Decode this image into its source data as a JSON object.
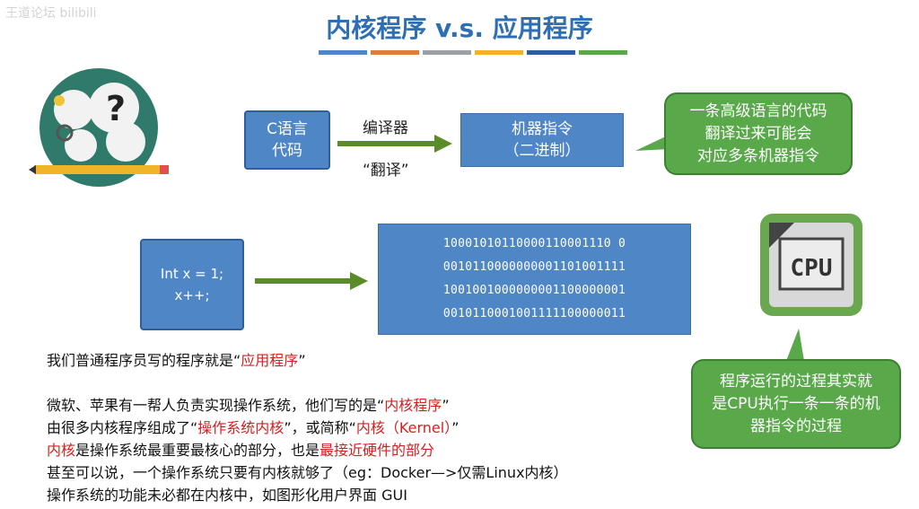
{
  "watermark": "王道论坛 bilibili",
  "title": "内核程序 v.s. 应用程序",
  "colors": {
    "title": "#2e6fb3",
    "bars": [
      "#4f86c6",
      "#e07b39",
      "#9aa0a6",
      "#f0b429",
      "#2f5f9a",
      "#59a84a"
    ],
    "box": "#4f86c6",
    "callout": "#59a84a",
    "arrow": "#5b8c2a",
    "highlight": "#d42020"
  },
  "diagram": {
    "source_code_1": [
      "C语言",
      "代码"
    ],
    "compiler_label": "编译器",
    "translate_label": "“翻译”",
    "machine_instr": [
      "机器指令",
      "（二进制）"
    ],
    "callout_top": [
      "一条高级语言的代码",
      "翻译过来可能会",
      "对应多条机器指令"
    ],
    "source_code_2": [
      "Int x = 1;",
      "x++;"
    ],
    "binary": [
      "10001010110000110001110 0",
      "0010110000000001101001111",
      "1001001000000001100000001",
      "0010110001001111100000011"
    ],
    "cpu_text": "CPU",
    "callout_bottom": [
      "程序运行的过程其实就",
      "是CPU执行一条一条的机",
      "器指令的过程"
    ]
  },
  "body": {
    "line1": {
      "a": "我们普通程序员写的程序就是“",
      "b": "应用程序",
      "c": "”"
    },
    "line2": {
      "a": "微软、苹果有一帮人负责实现操作系统，他们写的是“",
      "b": "内核程序",
      "c": "”"
    },
    "line3": {
      "a": "由很多内核程序组成了“",
      "b": "操作系统内核",
      "c": "”，或简称“",
      "d": "内核（Kernel）",
      "e": "”"
    },
    "line4": {
      "a": "内核",
      "b": "是操作系统最重要最核心的部分，也是",
      "c": "最接近硬件的部分"
    },
    "line5": "甚至可以说，一个操作系统只要有内核就够了（eg：Docker—>仅需Linux内核）",
    "line6": "操作系统的功能未必都在内核中，如图形化用户界面 GUI"
  }
}
